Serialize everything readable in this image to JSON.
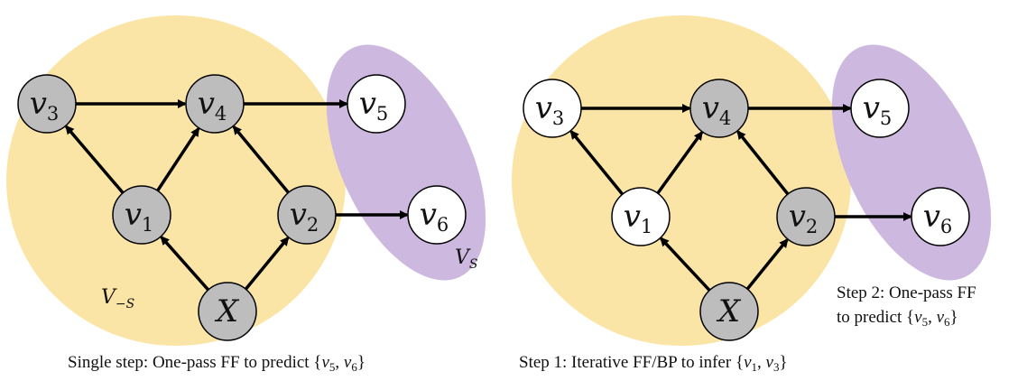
{
  "colors": {
    "region_observed": "#fbe5a6",
    "region_target": "#cdb8df",
    "node_filled": "#bdbdbd",
    "node_empty": "#ffffff",
    "edge": "#000000"
  },
  "panels": [
    {
      "id": "left",
      "region_minus_s": {
        "main": "V",
        "sub": "−S"
      },
      "region_s": {
        "main": "V",
        "sub": "S"
      },
      "nodes": [
        {
          "id": "v3",
          "main": "v",
          "sub": "3",
          "filled": true
        },
        {
          "id": "v4",
          "main": "v",
          "sub": "4",
          "filled": true
        },
        {
          "id": "v5",
          "main": "v",
          "sub": "5",
          "filled": false
        },
        {
          "id": "v1",
          "main": "v",
          "sub": "1",
          "filled": true
        },
        {
          "id": "v2",
          "main": "v",
          "sub": "2",
          "filled": true
        },
        {
          "id": "v6",
          "main": "v",
          "sub": "6",
          "filled": false
        },
        {
          "id": "X",
          "main": "X",
          "sub": "",
          "filled": true
        }
      ],
      "caption": {
        "text": "Single step: One-pass FF to predict {",
        "v5": "5",
        "v6": "6"
      }
    },
    {
      "id": "right",
      "nodes": [
        {
          "id": "v3",
          "main": "v",
          "sub": "3",
          "filled": false
        },
        {
          "id": "v4",
          "main": "v",
          "sub": "4",
          "filled": true
        },
        {
          "id": "v5",
          "main": "v",
          "sub": "5",
          "filled": false
        },
        {
          "id": "v1",
          "main": "v",
          "sub": "1",
          "filled": false
        },
        {
          "id": "v2",
          "main": "v",
          "sub": "2",
          "filled": true
        },
        {
          "id": "v6",
          "main": "v",
          "sub": "6",
          "filled": false
        },
        {
          "id": "X",
          "main": "X",
          "sub": "",
          "filled": true
        }
      ],
      "step2_caption": {
        "line1": "Step 2: One-pass FF",
        "line2": "to predict {",
        "v5": "5",
        "v6": "6"
      },
      "caption": {
        "text": "Step 1: Iterative FF/BP to infer {",
        "v1": "1",
        "v3": "3"
      }
    }
  ],
  "edges": [
    [
      "v3",
      "v4"
    ],
    [
      "v4",
      "v5"
    ],
    [
      "v1",
      "v3"
    ],
    [
      "v1",
      "v4"
    ],
    [
      "v2",
      "v4"
    ],
    [
      "v2",
      "v6"
    ],
    [
      "X",
      "v1"
    ],
    [
      "X",
      "v2"
    ]
  ]
}
